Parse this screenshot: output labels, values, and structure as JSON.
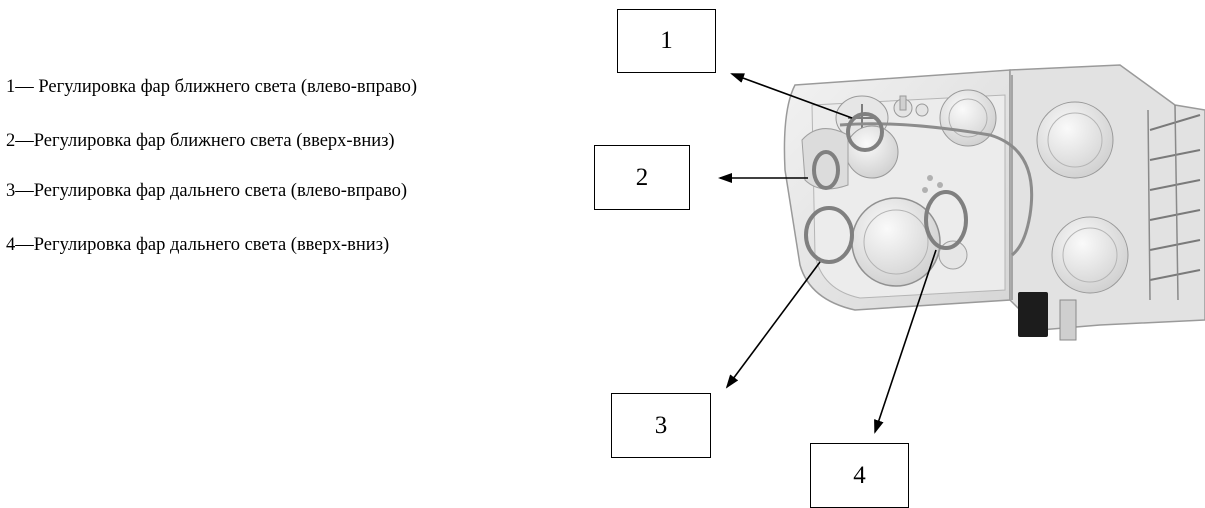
{
  "legend": [
    "1— Регулировка фар ближнего света (влево-вправо)",
    "2—Регулировка фар ближнего света (вверх-вниз)",
    "3—Регулировка фар дальнего света (влево-вправо)",
    "4—Регулировка фар дальнего света (вверх-вниз)"
  ],
  "callouts": [
    "1",
    "2",
    "3",
    "4"
  ],
  "colors": {
    "housing": "#e9e9e9",
    "housing_edge": "#8a8a8a",
    "highlight_circle": "#808080",
    "connector": "#1c1c1c"
  }
}
